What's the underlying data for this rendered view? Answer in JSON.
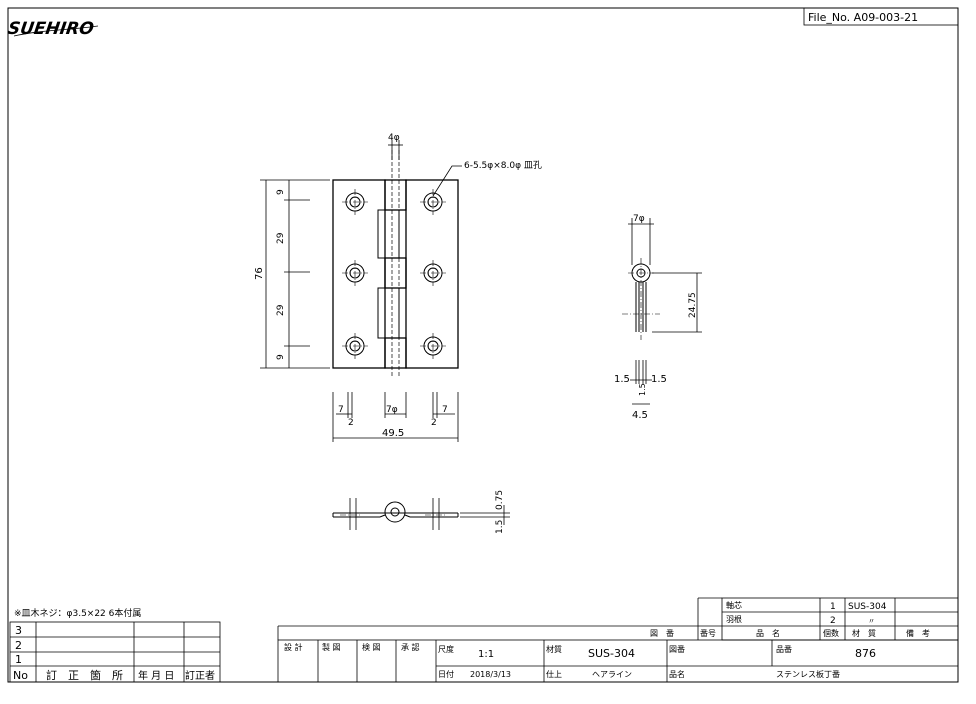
{
  "brand": {
    "logo_text": "SUEHIRO"
  },
  "file_no": "File_No. A09-003-21",
  "annotations": {
    "pin_dia": "4φ",
    "hole_note": "6-5.5φ×8.0φ 皿孔",
    "overall_height": "76",
    "dim_9_top": "9",
    "dim_29_a": "29",
    "dim_29_b": "29",
    "dim_9_bottom": "9",
    "dim_7_left": "7",
    "dim_2_left": "2",
    "dim_7phi_center": "7φ",
    "dim_2_right": "2",
    "dim_7_right": "7",
    "overall_width": "49.5",
    "side_7phi": "7φ",
    "side_24_75": "24.75",
    "side_1_5_left": "1.5",
    "side_1_5_right": "1.5",
    "side_1_5_mid": "1.5",
    "side_4_5": "4.5",
    "bottom_0_75": "0.75",
    "bottom_1_5": "1.5"
  },
  "screw_note": "※皿木ネジ：φ3.5×22 6本付属",
  "parts_table": {
    "rows": [
      {
        "name": "軸芯",
        "qty": "1",
        "material": "SUS-304",
        "remark": ""
      },
      {
        "name": "羽根",
        "qty": "2",
        "material": "〃",
        "remark": ""
      }
    ],
    "header": {
      "drawing": "図　番",
      "no": "番号",
      "name": "品　名",
      "qty": "個数",
      "material": "材　質",
      "remark": "備　考"
    }
  },
  "revision_table": {
    "rows": [
      "3",
      "2",
      "1"
    ],
    "header": {
      "no": "No",
      "place": "訂　正　箇　所",
      "date": "年 月 日",
      "person": "訂正者"
    }
  },
  "title_block": {
    "design": "設 計",
    "draft": "製 図",
    "check": "検 図",
    "approve": "承 認",
    "scale_label": "尺度",
    "scale": "1:1",
    "material_label": "材質",
    "material": "SUS-304",
    "drawing_no_label": "図番",
    "item_no_label": "品番",
    "item_no": "876",
    "date_label": "日付",
    "date": "2018/3/13",
    "finish_label": "仕上",
    "finish": "ヘアライン",
    "name_label": "品名",
    "name": "ステンレス板丁番"
  }
}
